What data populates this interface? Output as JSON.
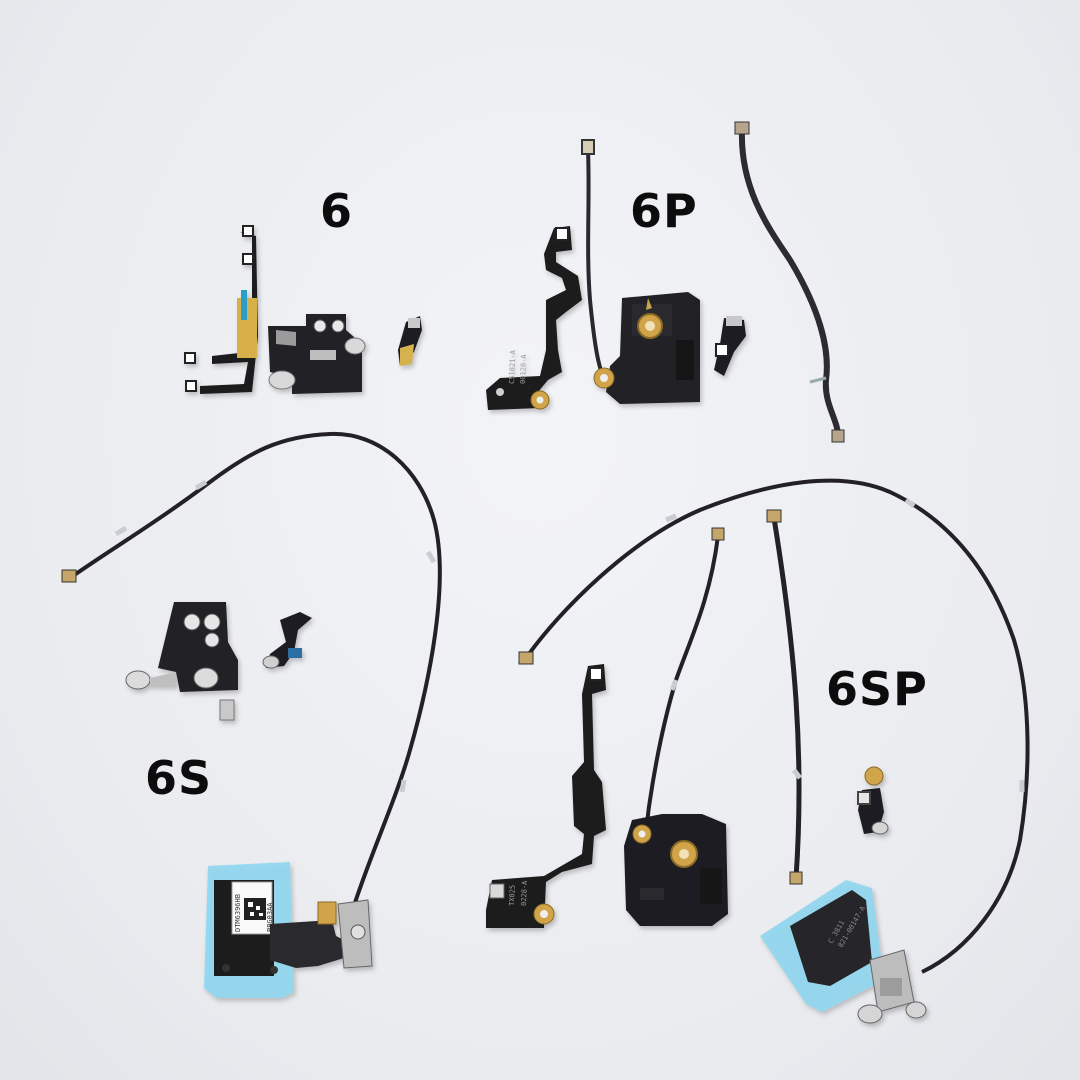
{
  "labels": {
    "model_6": "6",
    "model_6p": "6P",
    "model_6s": "6S",
    "model_6sp": "6SP"
  },
  "sticker_codes": {
    "code_a": "DTM6396HB",
    "code_b": "PBG03AA"
  },
  "flex_prints": {
    "p6_flex": "C51821-A",
    "p6_flex_b": "00128-A",
    "s6sp_flex": "TX025",
    "s6sp_flex_b": "0228-A",
    "s6sp_pad": "821-00147-A",
    "s6sp_pad_b": "C 3811"
  },
  "colors": {
    "background": "#eceef2",
    "flex_black": "#1d1d1f",
    "gold_contact": "#d2a44a",
    "blue_film": "#8fd6f0",
    "steel": "#b8b8b8",
    "cable": "#2a2730"
  }
}
